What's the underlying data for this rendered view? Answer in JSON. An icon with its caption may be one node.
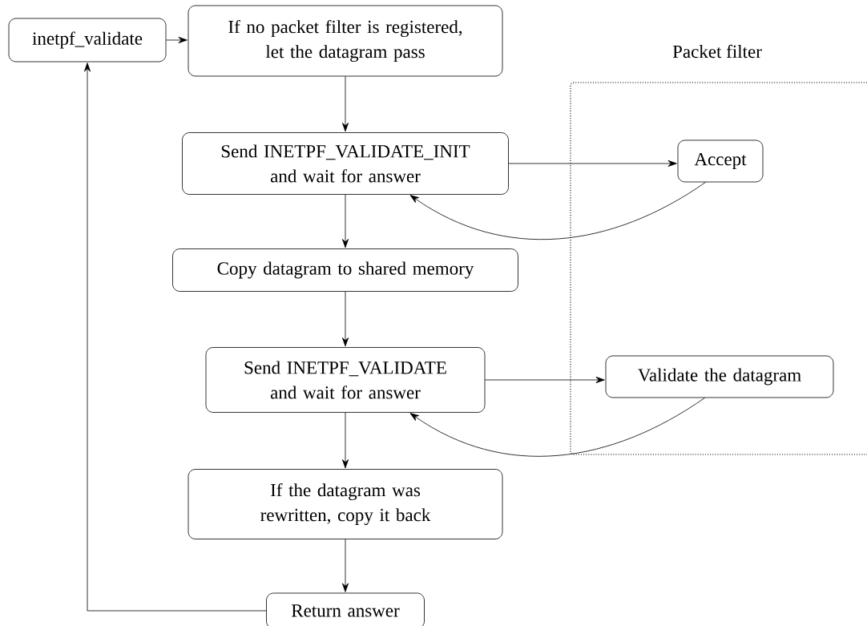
{
  "diagram": {
    "nodes": [
      {
        "text": [
          "inetpf_validate"
        ]
      },
      {
        "text": [
          "If no packet filter is registered, let the datagram pass"
        ]
      },
      {
        "text": [
          "Send INETPF_VALIDATE_INIT and wait for answer"
        ]
      },
      {
        "text": [
          "Copy datagram to shared memory"
        ]
      },
      {
        "text": [
          "Send INETPF_VALIDATE and wait for answer"
        ]
      },
      {
        "text": [
          "If the datagram was rewritten, copy it back"
        ]
      },
      {
        "text": [
          "Return answer"
        ]
      },
      {
        "text": [
          "Packet filter"
        ]
      },
      {
        "text": [
          "Accept"
        ],
        "in": 7
      },
      {
        "text": [
          "Validate the datagram"
        ],
        "in": 7
      }
    ],
    "edges": [
      {
        "from": 0,
        "to": 1,
        "arrow": "to"
      },
      {
        "from": 1,
        "to": 2,
        "arrow": "to"
      },
      {
        "from": 2,
        "to": 3,
        "arrow": "to"
      },
      {
        "from": 3,
        "to": 4,
        "arrow": "to"
      },
      {
        "from": 4,
        "to": 5,
        "arrow": "to"
      },
      {
        "from": 5,
        "to": 6,
        "arrow": "to"
      },
      {
        "from": 6,
        "to": 0,
        "arrow": "to"
      },
      {
        "from": 2,
        "to": 8,
        "arrow": "to"
      },
      {
        "from": 8,
        "to": 2,
        "arrow": "to"
      },
      {
        "from": 4,
        "to": 9,
        "arrow": "to"
      },
      {
        "from": 9,
        "to": 4,
        "arrow": "to"
      }
    ]
  }
}
